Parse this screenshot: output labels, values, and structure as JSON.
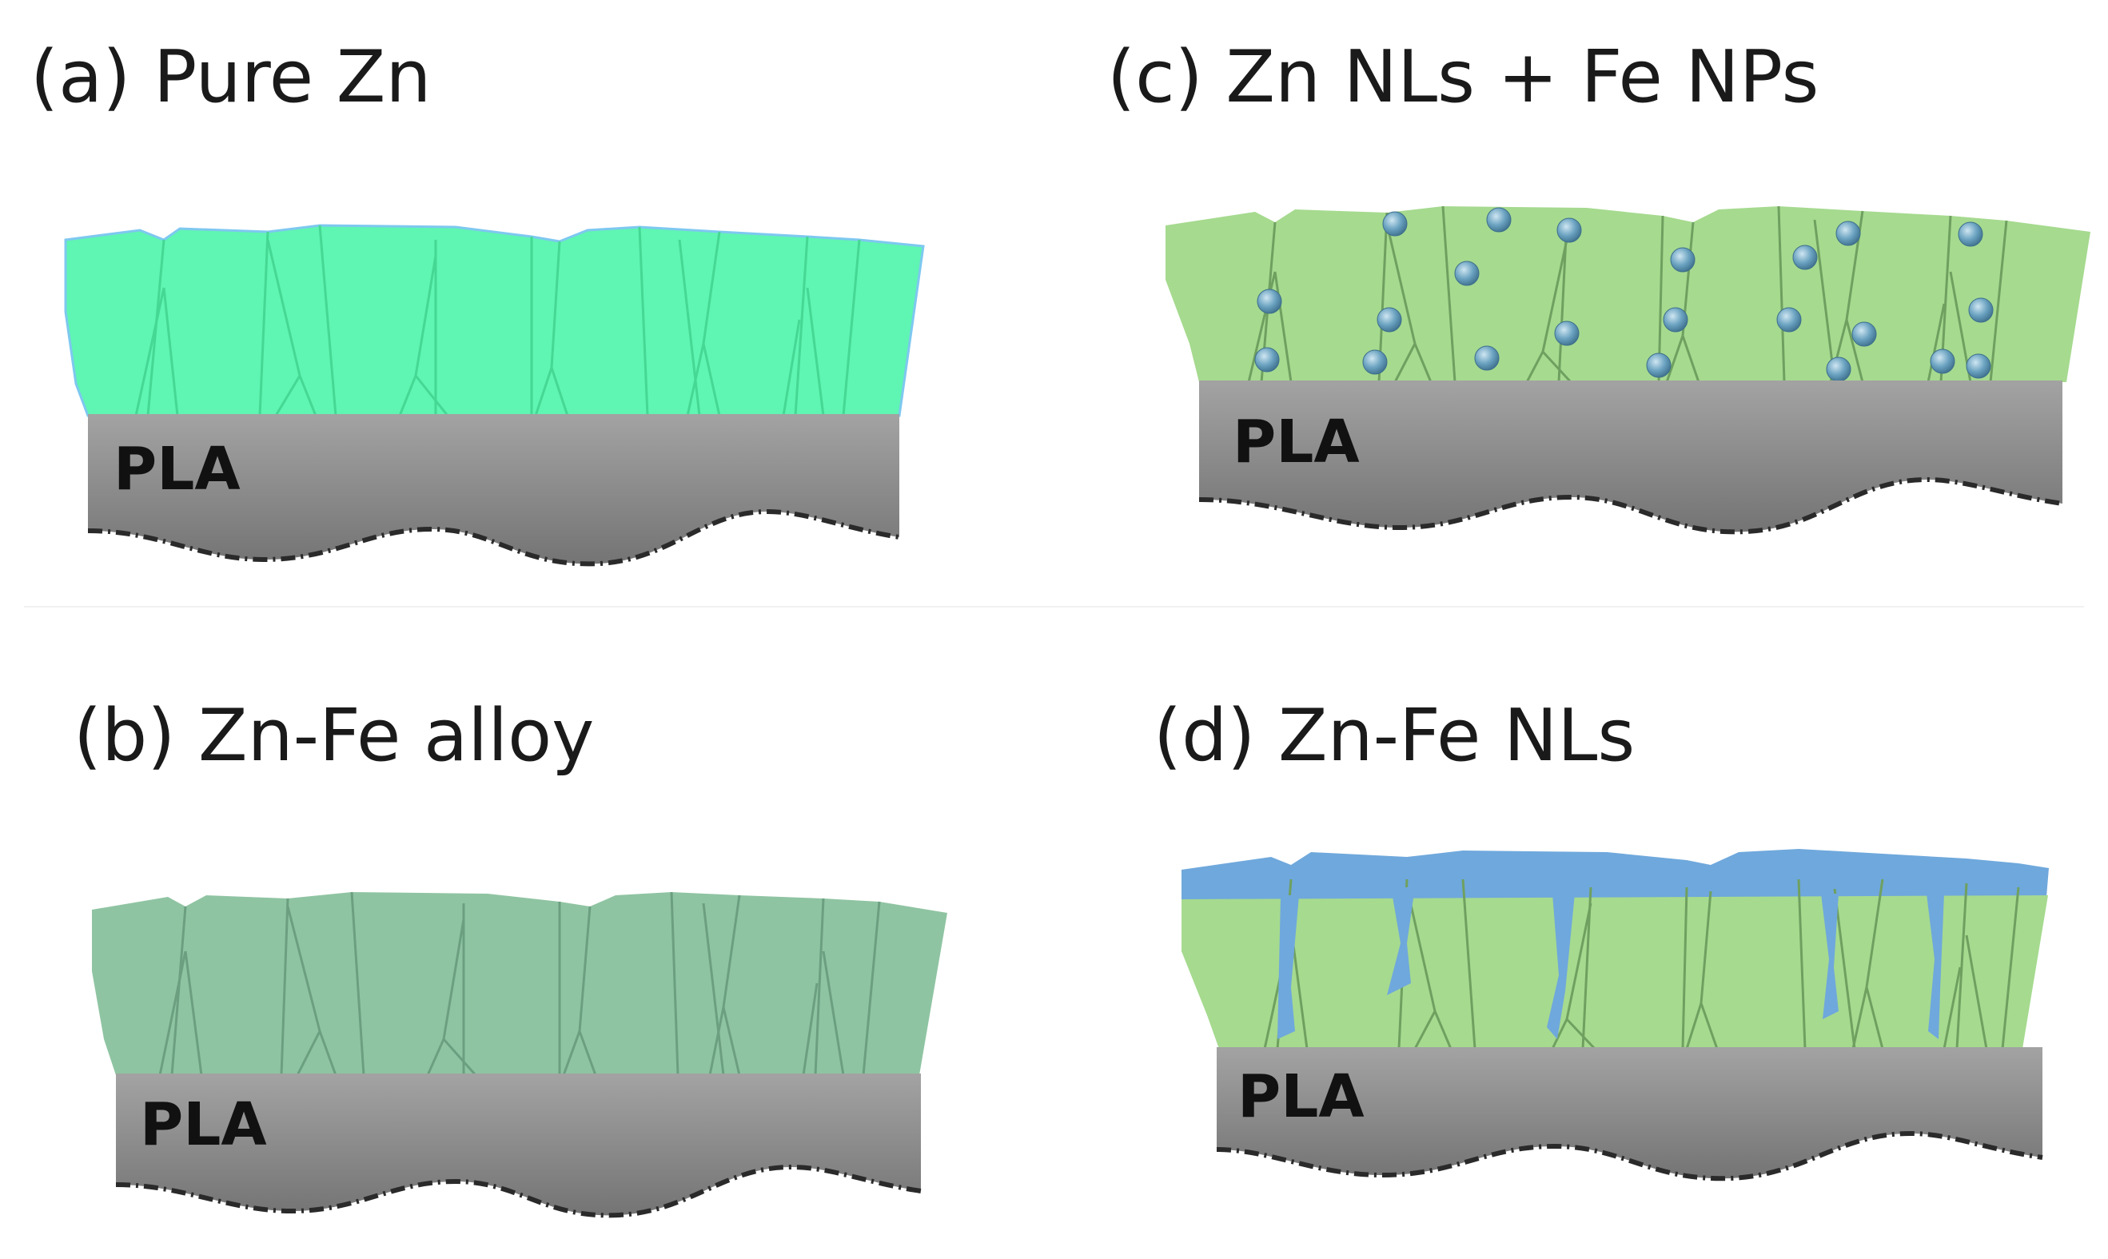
{
  "panels": {
    "a": {
      "title": "(a) Pure Zn",
      "substrate_label": "PLA"
    },
    "b": {
      "title": "(b) Zn-Fe alloy",
      "substrate_label": "PLA"
    },
    "c": {
      "title": "(c) Zn NLs + Fe NPs",
      "substrate_label": "PLA"
    },
    "d": {
      "title": "(d) Zn-Fe NLs",
      "substrate_label": "PLA"
    }
  },
  "colors": {
    "pure_zn": "#5ff5b2",
    "zn_fe_alloy": "#8fc4a2",
    "zn_nl": "#a6da8f",
    "fe": "#6fa8dc",
    "fe_np": "#5b95b6",
    "pla": "#8c8c8c"
  }
}
